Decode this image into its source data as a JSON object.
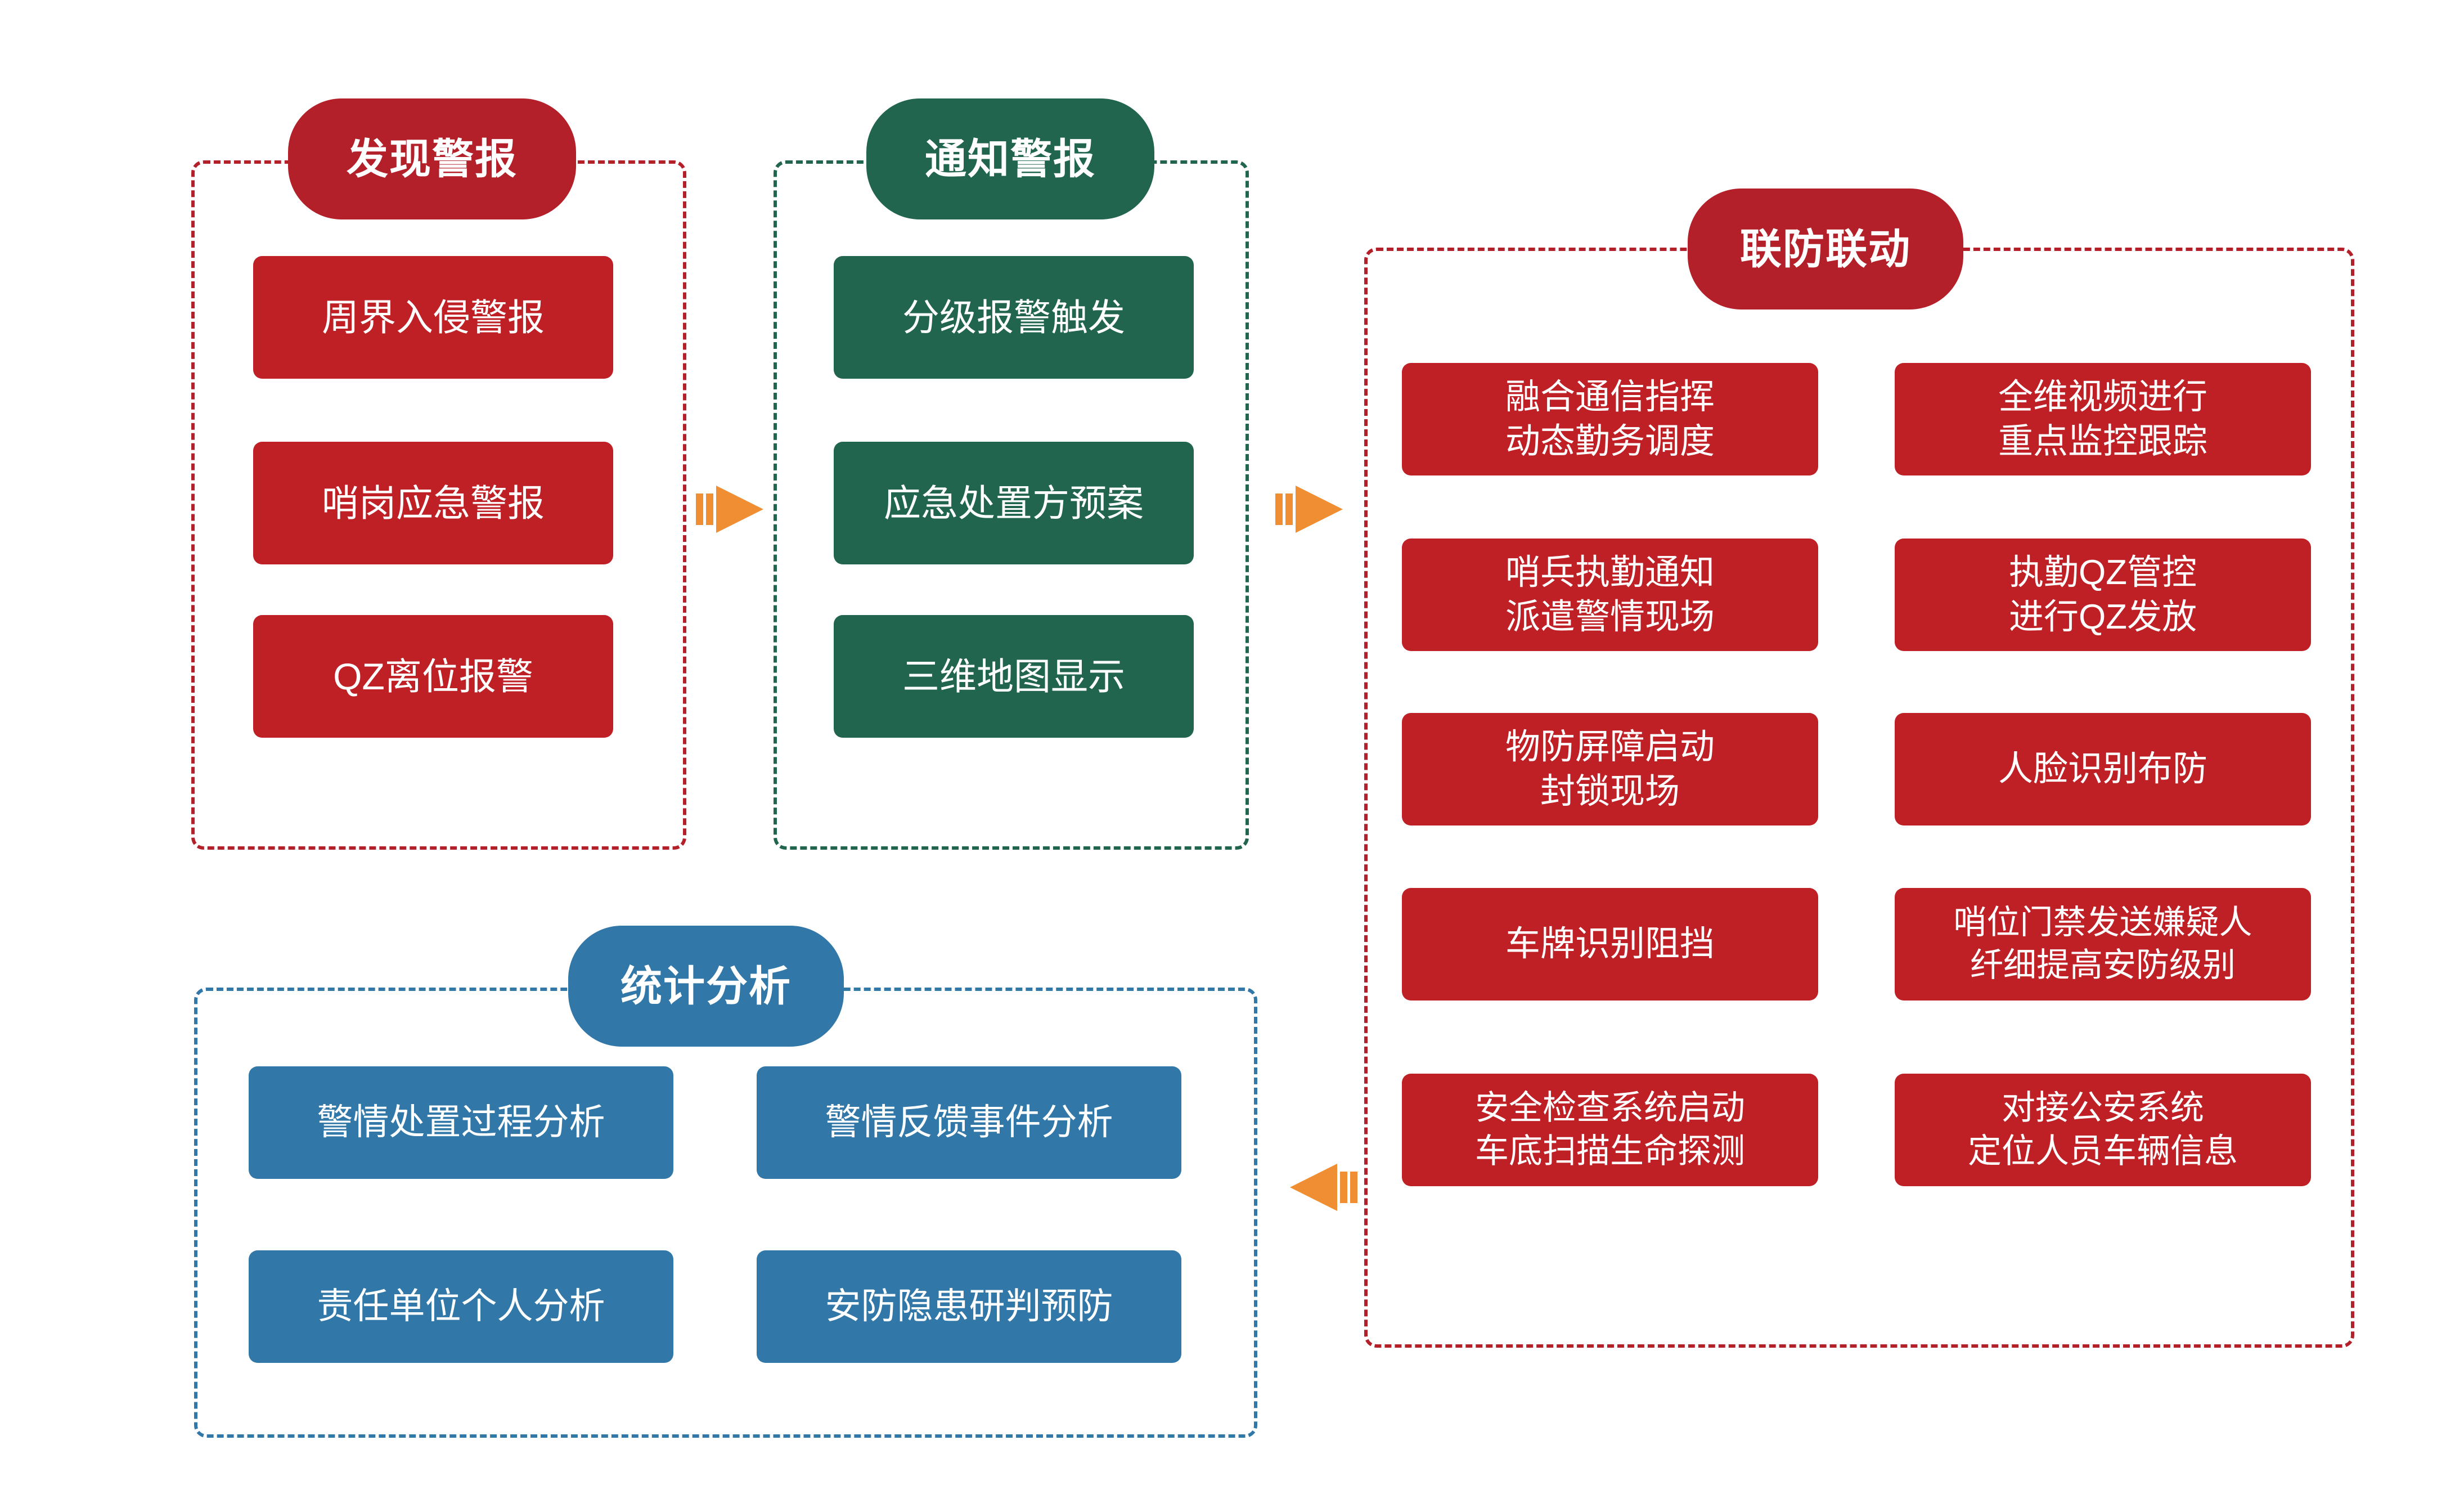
{
  "diagram": {
    "title_semantic": "security-alarm-workflow-diagram",
    "colors": {
      "red": "#bf2026",
      "red_border": "#b4202a",
      "green": "#21654f",
      "blue": "#3178a8",
      "arrow_orange": "#ef8e33",
      "background": "#ffffff",
      "text": "#ffffff"
    },
    "sections": [
      {
        "key": "discover",
        "badge": "发现警报",
        "color": "red",
        "items": [
          {
            "lines": [
              "周界入侵警报"
            ]
          },
          {
            "lines": [
              "哨岗应急警报"
            ]
          },
          {
            "lines": [
              "QZ离位报警"
            ]
          }
        ]
      },
      {
        "key": "notify",
        "badge": "通知警报",
        "color": "green",
        "items": [
          {
            "lines": [
              "分级报警触发"
            ]
          },
          {
            "lines": [
              "应急处置方预案"
            ]
          },
          {
            "lines": [
              "三维地图显示"
            ]
          }
        ]
      },
      {
        "key": "joint-defense",
        "badge": "联防联动",
        "color": "red",
        "items": [
          {
            "lines": [
              "融合通信指挥",
              "动态勤务调度"
            ]
          },
          {
            "lines": [
              "全维视频进行",
              "重点监控跟踪"
            ]
          },
          {
            "lines": [
              "哨兵执勤通知",
              "派遣警情现场"
            ]
          },
          {
            "lines": [
              "执勤QZ管控",
              "进行QZ发放"
            ]
          },
          {
            "lines": [
              "物防屏障启动",
              "封锁现场"
            ]
          },
          {
            "lines": [
              "人脸识别布防"
            ]
          },
          {
            "lines": [
              "车牌识别阻挡"
            ]
          },
          {
            "lines": [
              "哨位门禁发送嫌疑人",
              "纤细提高安防级别"
            ]
          },
          {
            "lines": [
              "安全检查系统启动",
              "车底扫描生命探测"
            ]
          },
          {
            "lines": [
              "对接公安系统",
              "定位人员车辆信息"
            ]
          }
        ]
      },
      {
        "key": "statistics",
        "badge": "统计分析",
        "color": "blue",
        "items": [
          {
            "lines": [
              "警情处置过程分析"
            ]
          },
          {
            "lines": [
              "警情反馈事件分析"
            ]
          },
          {
            "lines": [
              "责任单位个人分析"
            ]
          },
          {
            "lines": [
              "安防隐患研判预防"
            ]
          }
        ]
      }
    ],
    "arrows": [
      {
        "name": "arrow-discover-to-notify",
        "direction": "right"
      },
      {
        "name": "arrow-notify-to-joint-defense",
        "direction": "right"
      },
      {
        "name": "arrow-joint-defense-to-statistics",
        "direction": "left"
      }
    ]
  }
}
